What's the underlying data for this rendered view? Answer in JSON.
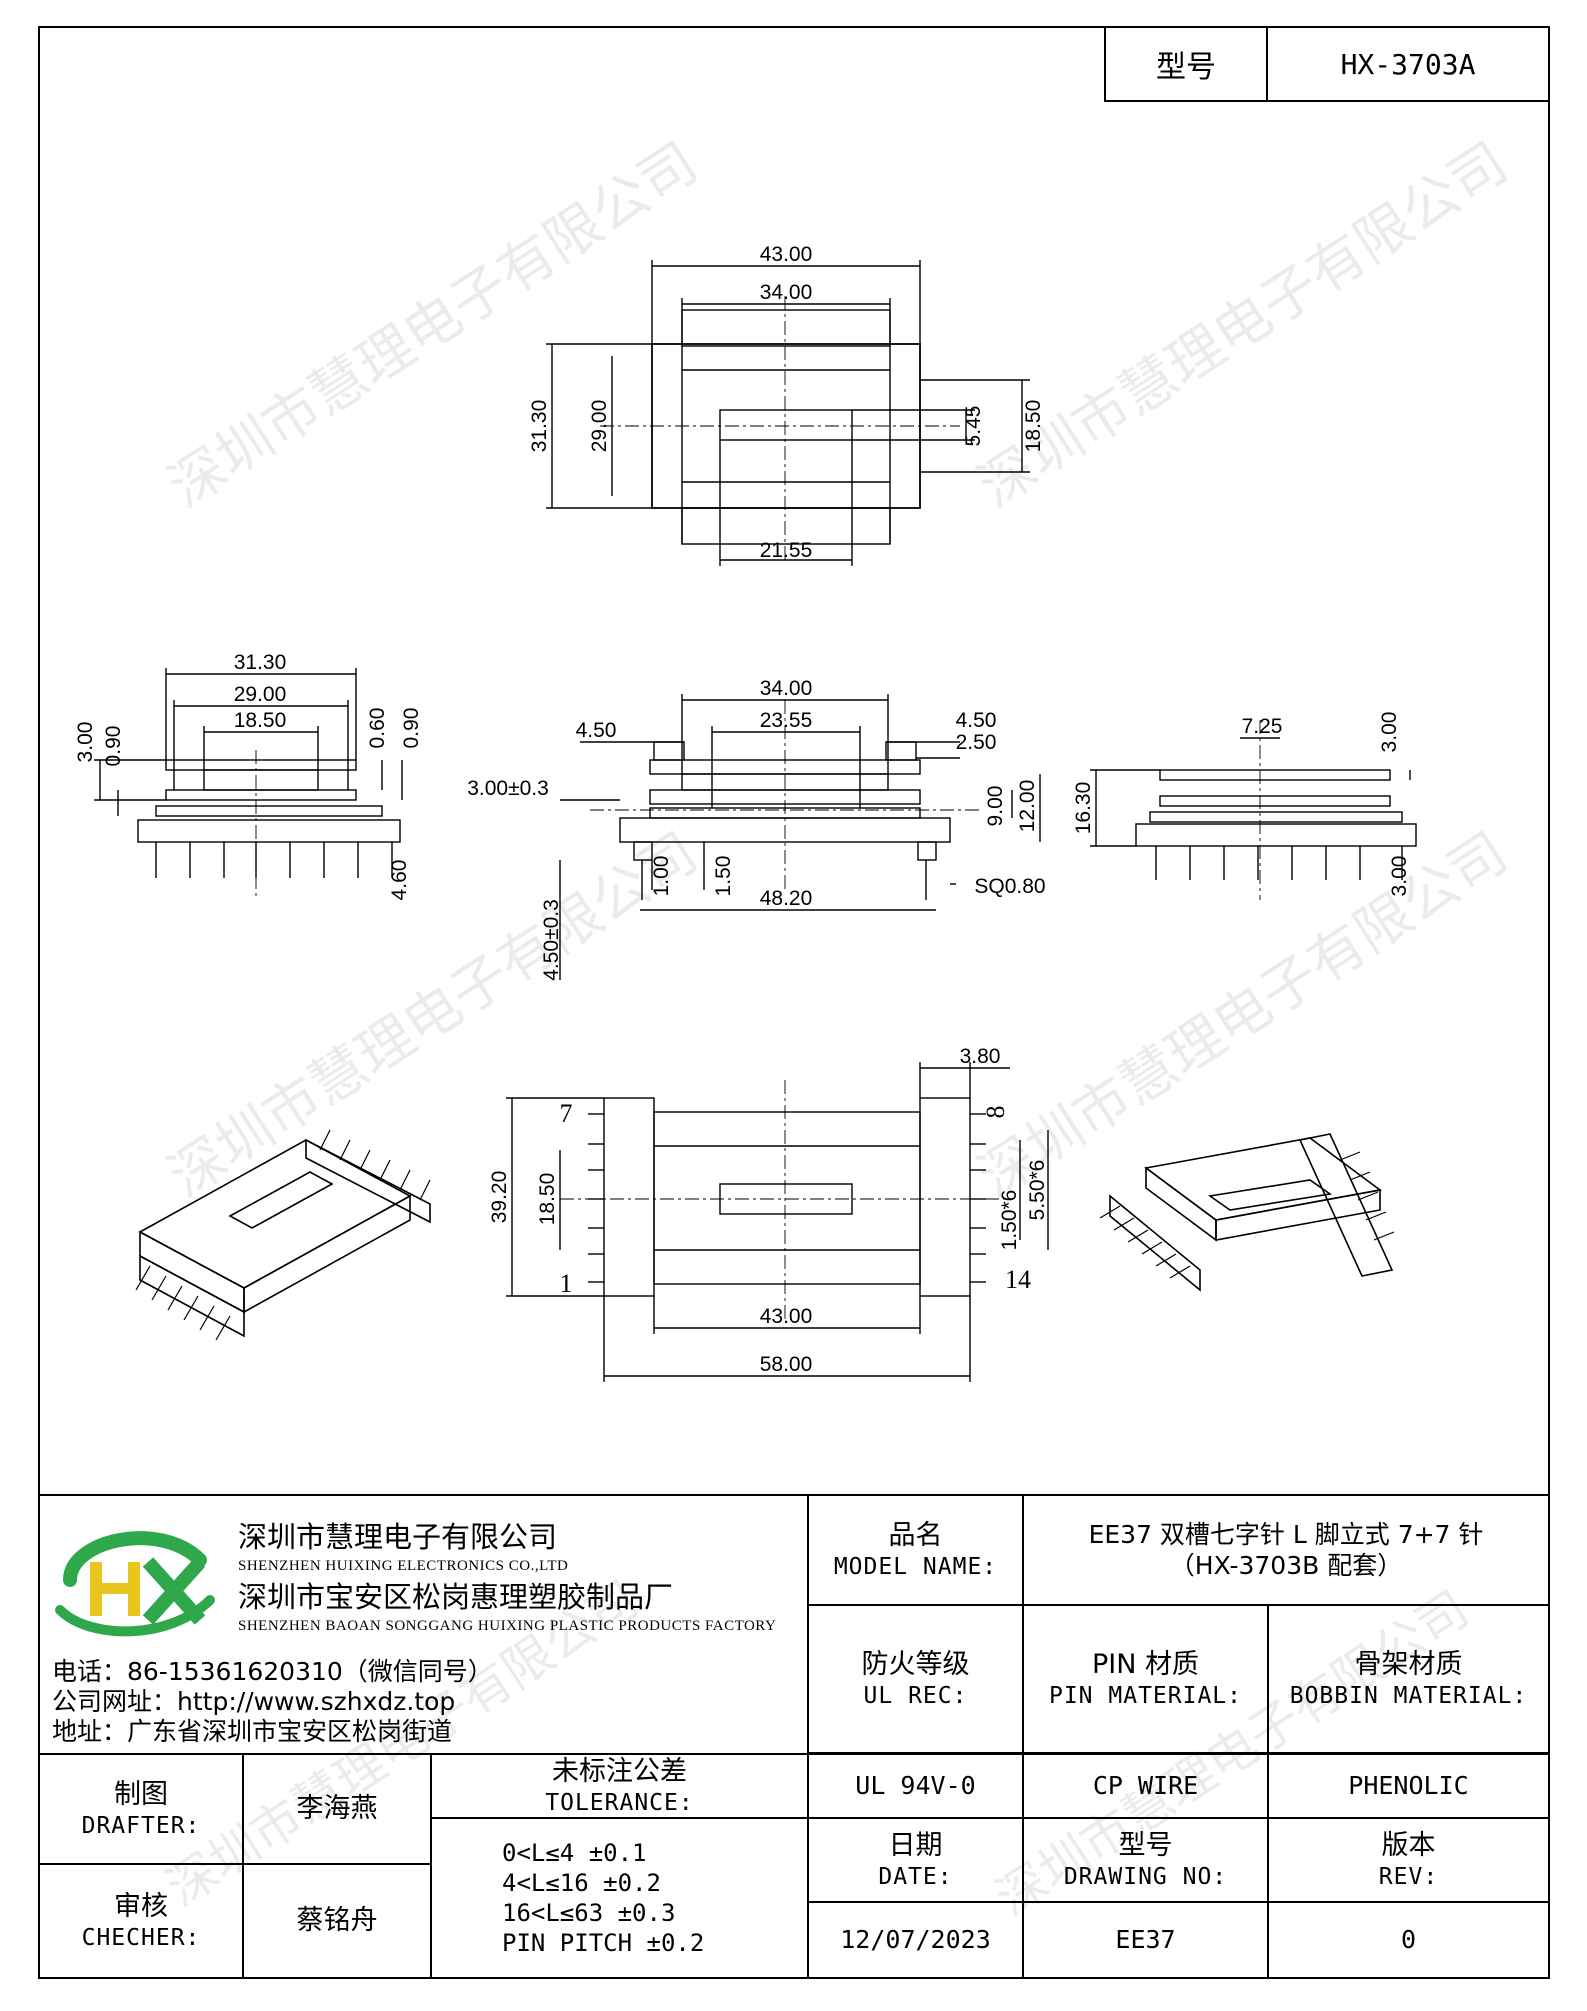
{
  "header": {
    "model_label": "型号",
    "model_value": "HX-3703A"
  },
  "watermark": "深圳市慧理电子有限公司",
  "dimensions": {
    "top_view": {
      "w43": "43.00",
      "w34": "34.00",
      "h31": "31.30",
      "h29": "29.00",
      "h545": "5.45",
      "h185": "18.50",
      "w2155": "21.55"
    },
    "left_view": {
      "w313": "31.30",
      "w29": "29.00",
      "w185": "18.50",
      "h3": "3.00",
      "h09a": "0.90",
      "h06": "0.60",
      "h09b": "0.90",
      "h46": "4.60"
    },
    "front_view": {
      "w34": "34.00",
      "w2355": "23.55",
      "w45a": "4.50",
      "w45b": "4.50",
      "w25": "2.50",
      "t3": "3.00±0.3",
      "h9": "9.00",
      "h12": "12.00",
      "h1": "1.00",
      "h15": "1.50",
      "w482": "48.20",
      "sq": "SQ0.80",
      "h45": "4.50±0.3"
    },
    "right_view": {
      "w725": "7.25",
      "h3a": "3.00",
      "h163": "16.30",
      "h3b": "3.00"
    },
    "bottom_view": {
      "w38": "3.80",
      "h392": "39.20",
      "h185": "18.50",
      "p15": "1.50*6",
      "p55": "5.50*6",
      "w43": "43.00",
      "w58": "58.00",
      "pin7": "7",
      "pin8": "8",
      "pin1": "1",
      "pin14": "14"
    }
  },
  "title_block": {
    "company_cn": "深圳市慧理电子有限公司",
    "company_en": "SHENZHEN HUIXING ELECTRONICS CO.,LTD",
    "factory_cn": "深圳市宝安区松岗惠理塑胶制品厂",
    "factory_en": "SHENZHEN BAOAN SONGGANG HUIXING PLASTIC PRODUCTS FACTORY",
    "phone": "电话：86-15361620310（微信同号）",
    "website": "公司网址：http://www.szhxdz.top",
    "address": "地址：广东省深圳市宝安区松岗街道",
    "model_name_cn": "品名",
    "model_name_en": "MODEL NAME:",
    "model_name_value_1": "EE37 双槽七字针 L 脚立式 7+7 针",
    "model_name_value_2": "（HX-3703B 配套）",
    "ul_cn": "防火等级",
    "ul_en": "UL REC:",
    "pin_mat_cn": "PIN 材质",
    "pin_mat_en": "PIN MATERIAL:",
    "bobbin_mat_cn": "骨架材质",
    "bobbin_mat_en": "BOBBIN MATERIAL:",
    "ul_value": "UL 94V-0",
    "pin_value": "CP WIRE",
    "bobbin_value": "PHENOLIC",
    "drafter_cn": "制图",
    "drafter_en": "DRAFTER:",
    "drafter_name": "李海燕",
    "checker_cn": "审核",
    "checker_en": "CHECHER:",
    "checker_name": "蔡铭舟",
    "tolerance_cn": "未标注公差",
    "tolerance_en": "TOLERANCE:",
    "tolerance_rows": [
      "0<L≤4  ±0.1",
      "4<L≤16  ±0.2",
      "16<L≤63  ±0.3",
      "PIN PITCH  ±0.2"
    ],
    "date_cn": "日期",
    "date_en": "DATE:",
    "drawing_no_cn": "型号",
    "drawing_no_en": "DRAWING NO:",
    "rev_cn": "版本",
    "rev_en": "REV:",
    "date_value": "12/07/2023",
    "drawing_no_value": "EE37",
    "rev_value": "0"
  },
  "colors": {
    "logo_green": "#2ea84a",
    "logo_yellow": "#e9c61d",
    "line": "#000000"
  }
}
